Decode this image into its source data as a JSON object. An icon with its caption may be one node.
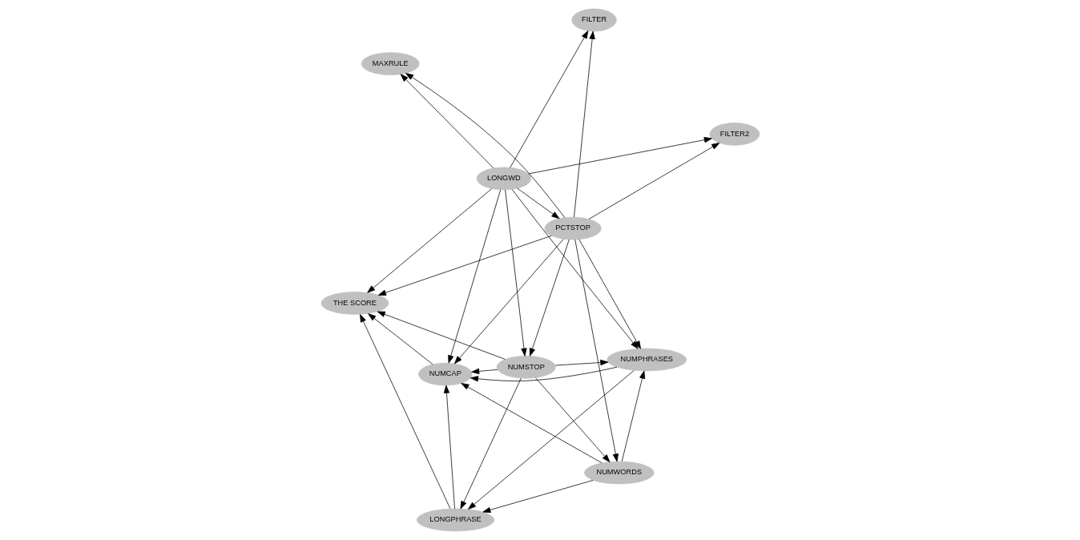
{
  "diagram": {
    "nodes": [
      {
        "text": [
          "THE SCORE"
        ]
      },
      {
        "text": [
          "LONGWD"
        ]
      },
      {
        "text": [
          "NUMCAP"
        ]
      },
      {
        "text": [
          "FILTER"
        ]
      },
      {
        "text": [
          "NUMSTOP"
        ]
      },
      {
        "text": [
          "PCTSTOP"
        ]
      },
      {
        "text": [
          "LONGPHRASE"
        ]
      },
      {
        "text": [
          "FILTER2"
        ]
      },
      {
        "text": [
          "MAXRULE"
        ]
      },
      {
        "text": [
          "NUMWORDS"
        ]
      },
      {
        "text": [
          "NUMPHRASES"
        ]
      }
    ],
    "edges": [
      {
        "from": 1,
        "to": 0,
        "arrow": "to"
      },
      {
        "from": 1,
        "to": 2,
        "arrow": "to"
      },
      {
        "from": 1,
        "to": 3,
        "arrow": "to"
      },
      {
        "from": 1,
        "to": 7,
        "arrow": "to"
      },
      {
        "from": 1,
        "to": 8,
        "arrow": "to"
      },
      {
        "from": 1,
        "to": 5,
        "arrow": "to"
      },
      {
        "from": 1,
        "to": 4,
        "arrow": "to"
      },
      {
        "from": 1,
        "to": 10,
        "arrow": "to"
      },
      {
        "from": 5,
        "to": 0,
        "arrow": "to"
      },
      {
        "from": 5,
        "to": 3,
        "arrow": "to"
      },
      {
        "from": 5,
        "to": 7,
        "arrow": "to"
      },
      {
        "from": 5,
        "to": 8,
        "arrow": "to"
      },
      {
        "from": 5,
        "to": 4,
        "arrow": "to"
      },
      {
        "from": 5,
        "to": 2,
        "arrow": "to"
      },
      {
        "from": 5,
        "to": 9,
        "arrow": "to"
      },
      {
        "from": 5,
        "to": 10,
        "arrow": "to"
      },
      {
        "from": 4,
        "to": 0,
        "arrow": "to"
      },
      {
        "from": 4,
        "to": 2,
        "arrow": "to"
      },
      {
        "from": 4,
        "to": 6,
        "arrow": "to"
      },
      {
        "from": 4,
        "to": 9,
        "arrow": "to"
      },
      {
        "from": 4,
        "to": 10,
        "arrow": "to"
      },
      {
        "from": 2,
        "to": 0,
        "arrow": "to"
      },
      {
        "from": 6,
        "to": 0,
        "arrow": "to"
      },
      {
        "from": 6,
        "to": 2,
        "arrow": "to"
      },
      {
        "from": 9,
        "to": 2,
        "arrow": "to"
      },
      {
        "from": 9,
        "to": 6,
        "arrow": "to"
      },
      {
        "from": 9,
        "to": 10,
        "arrow": "to"
      },
      {
        "from": 10,
        "to": 2,
        "arrow": "to"
      },
      {
        "from": 10,
        "to": 6,
        "arrow": "to"
      }
    ]
  }
}
